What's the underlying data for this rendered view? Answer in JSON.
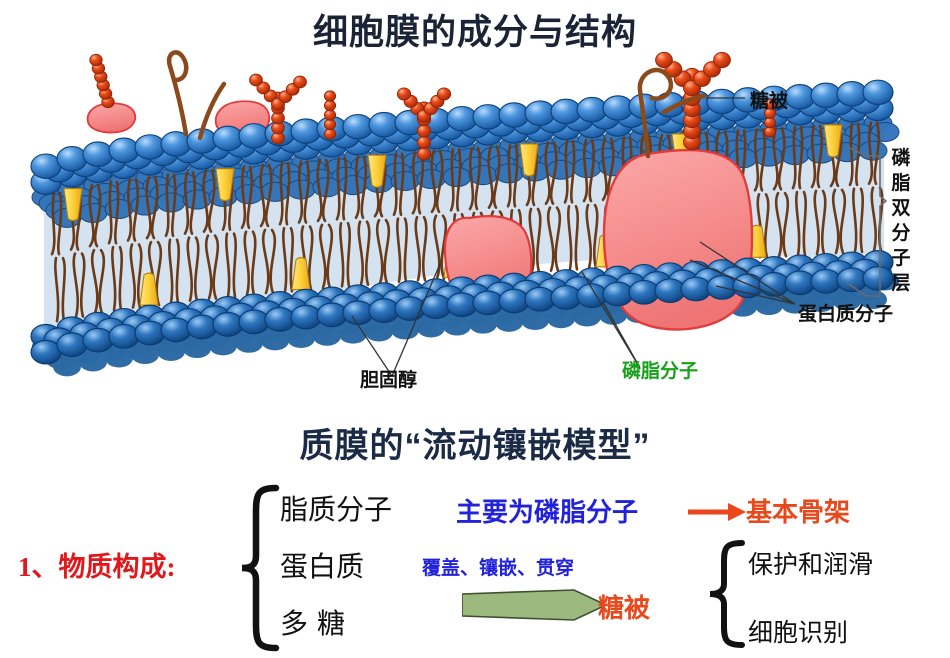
{
  "title": "细胞膜的成分与结构",
  "subtitle": "质膜的“流动镶嵌模型”",
  "diagram": {
    "labels": {
      "glycocalyx": "糖被",
      "protein_molecule": "蛋白质分子",
      "cholesterol": "胆固醇",
      "phospholipid_molecule": "磷脂分子",
      "phospholipid_bilayer": "磷脂双分子层"
    },
    "colors": {
      "head_blue": "#2b7fd4",
      "head_blue_dark": "#1b5fa8",
      "tail_brown": "#6b3b18",
      "cholesterol_yellow": "#ffd23f",
      "protein_pink": "#f58a8a",
      "protein_pink_edge": "#e23b3b",
      "glycan_red": "#e03a18",
      "interior_fill": "#d3e0ee",
      "leader_line": "#333333"
    }
  },
  "outline": {
    "heading": "1、物质构成:",
    "items": [
      {
        "name": "脂质分子"
      },
      {
        "name": "蛋白质"
      },
      {
        "name": "多  糖"
      }
    ],
    "annotations": {
      "mainly_phospholipid": "主要为磷脂分子",
      "basic_backbone": "基本骨架",
      "protein_modes": "覆盖、镶嵌、贯穿",
      "glycocalyx": "糖被"
    },
    "functions": [
      "保护和润滑",
      "细胞识别"
    ],
    "colors": {
      "heading_red": "#e2171c",
      "blue_text": "#2222dd",
      "orange_text": "#e8481c",
      "green_arrow": "#9cb97e",
      "green_arrow_edge": "#4a5a38",
      "brace_black": "#111111"
    }
  }
}
